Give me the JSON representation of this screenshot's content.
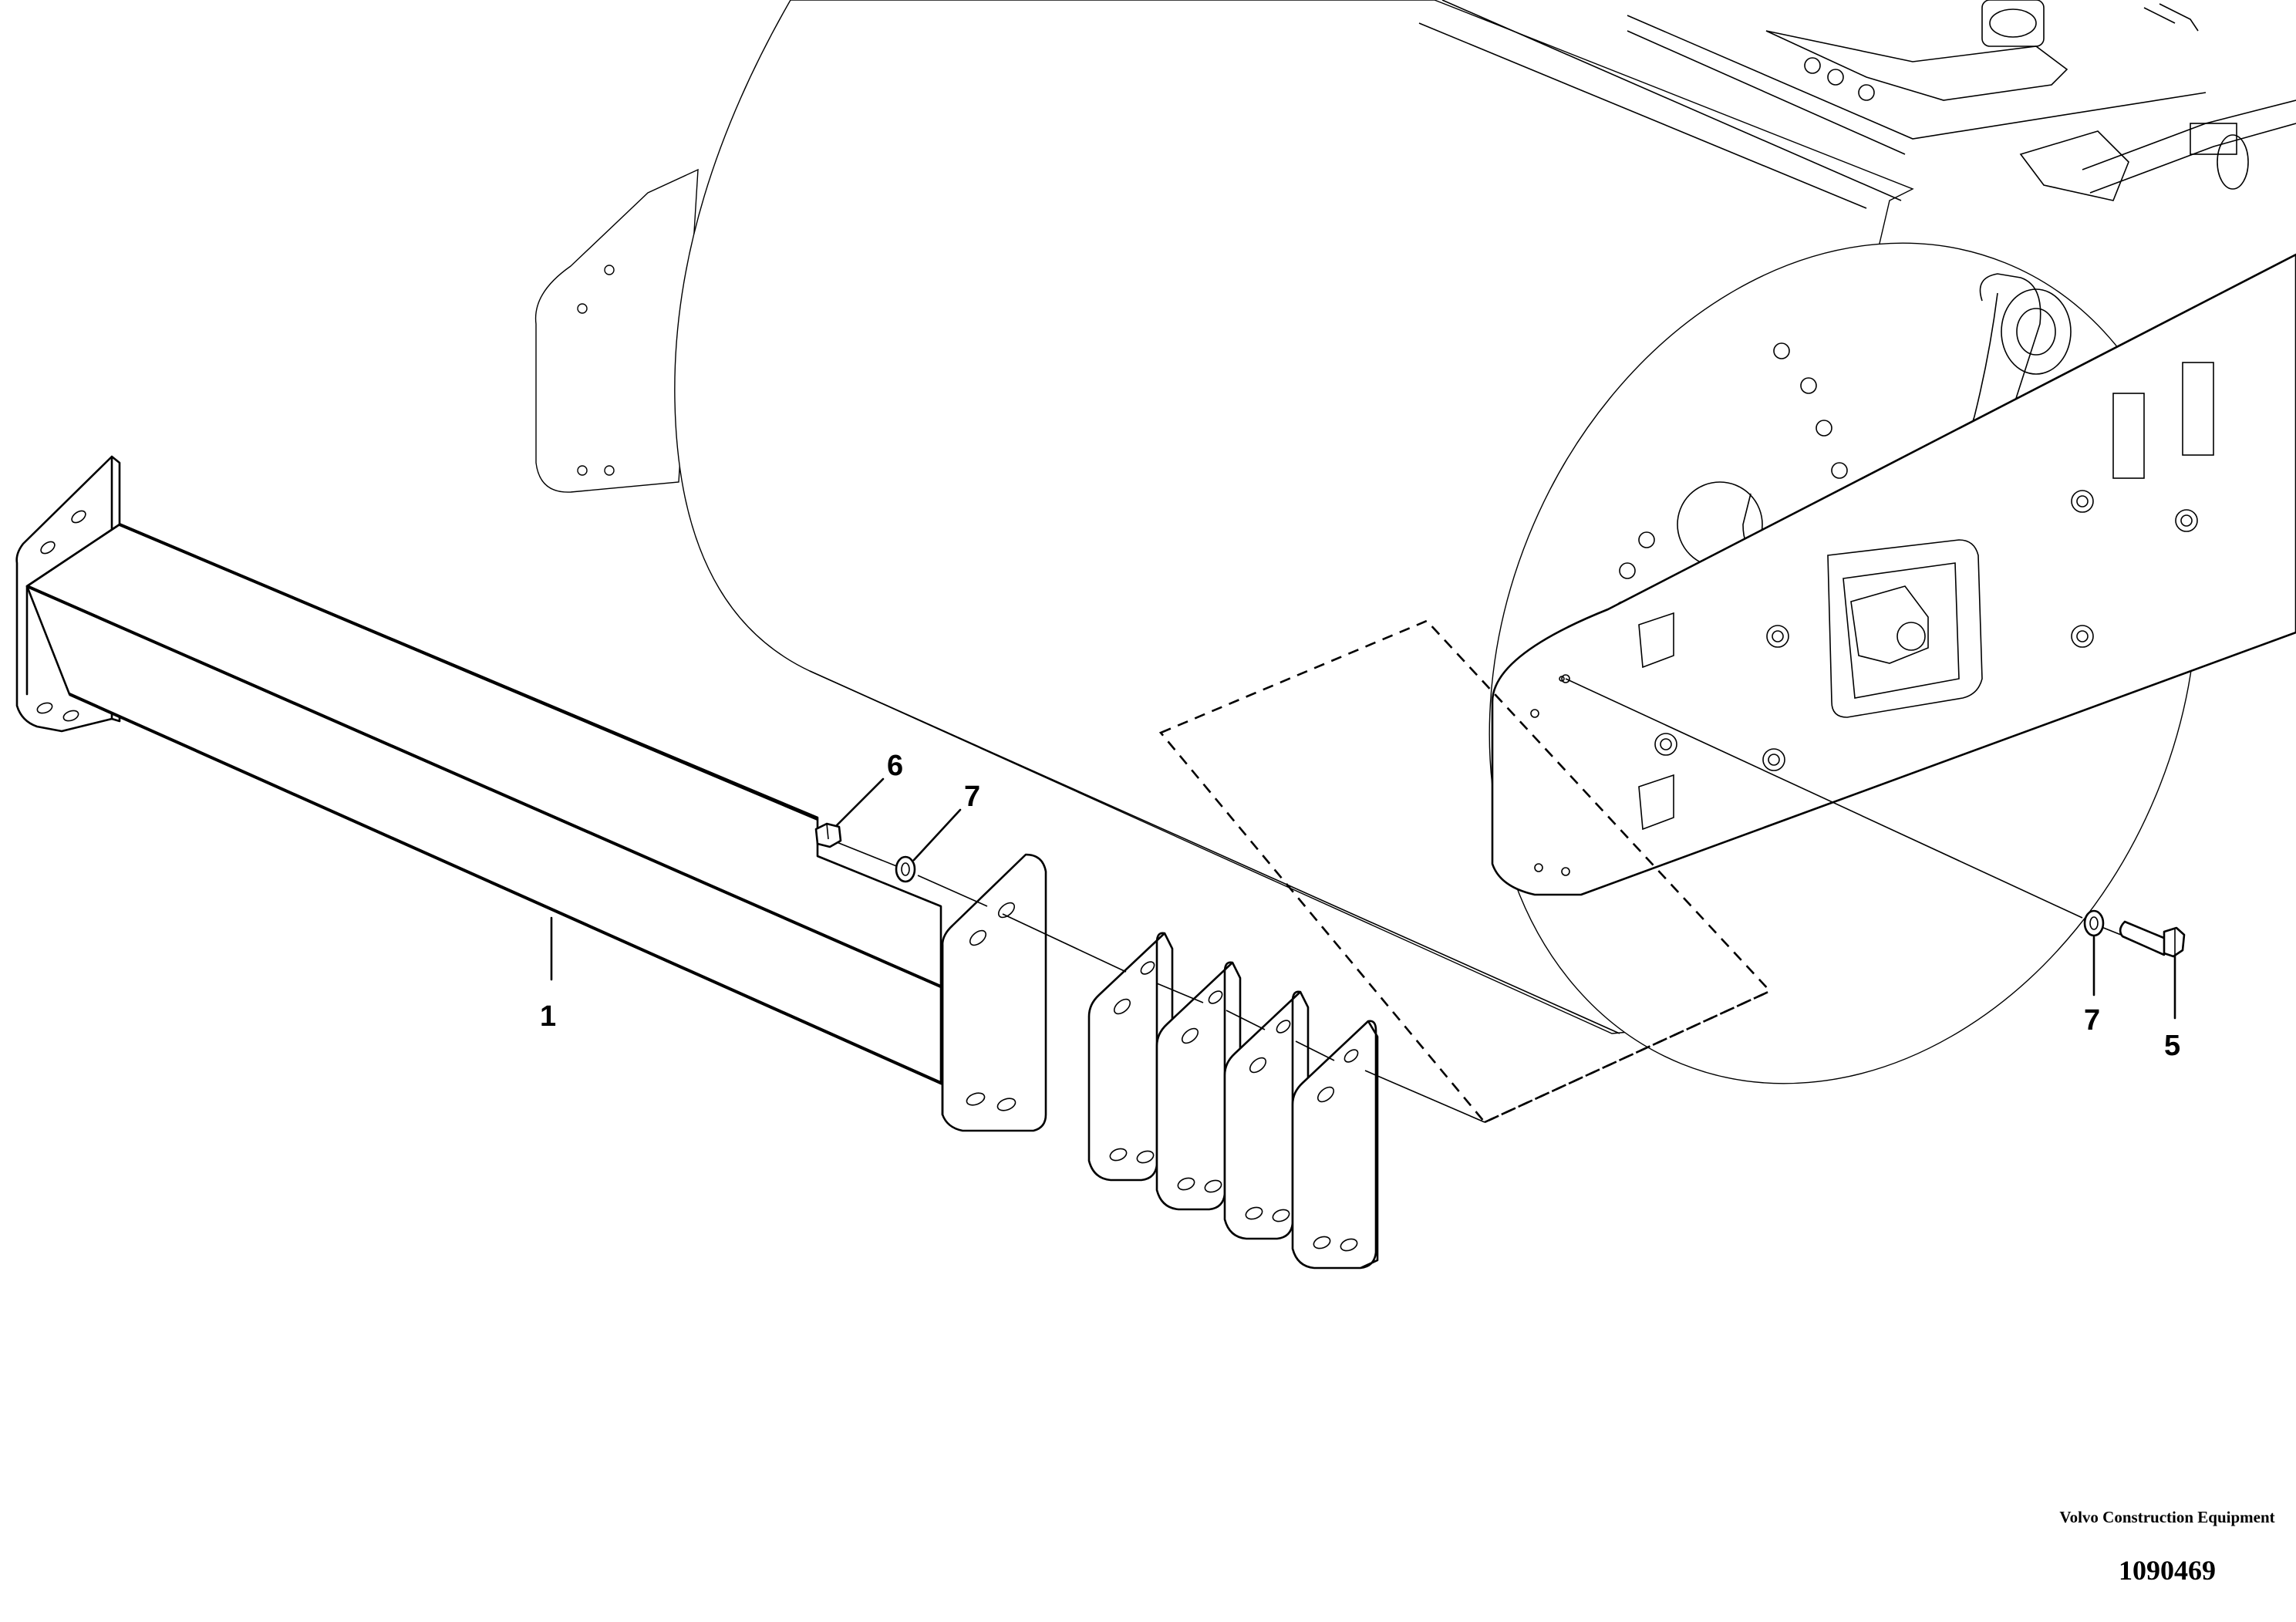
{
  "callouts": {
    "c1": "1",
    "c5": "5",
    "c6": "6",
    "c7a": "7",
    "c7b": "7"
  },
  "footer": {
    "brand_name": "Volvo Construction Equipment",
    "drawing_number": "1090469"
  }
}
